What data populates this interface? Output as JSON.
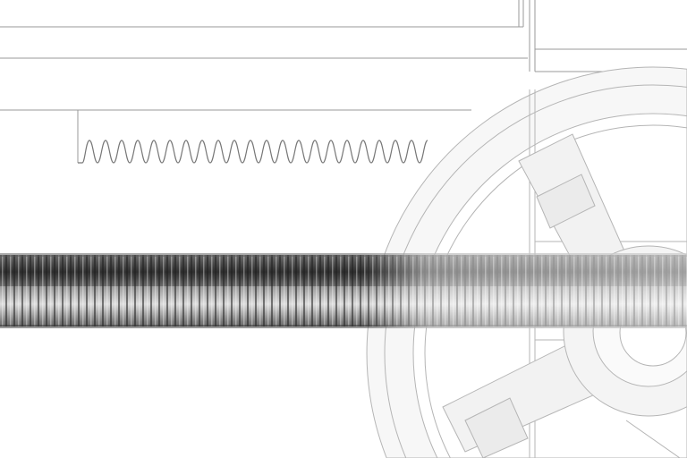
{
  "colors": {
    "background": "#ffffff",
    "line": "#8a8a8a",
    "rod_dark": "#3a3a3a",
    "rod_light": "#d8d8d8",
    "wheel_fill": "#f4f4f4"
  },
  "icons": [
    "threaded-rod",
    "handwheel",
    "rack"
  ]
}
